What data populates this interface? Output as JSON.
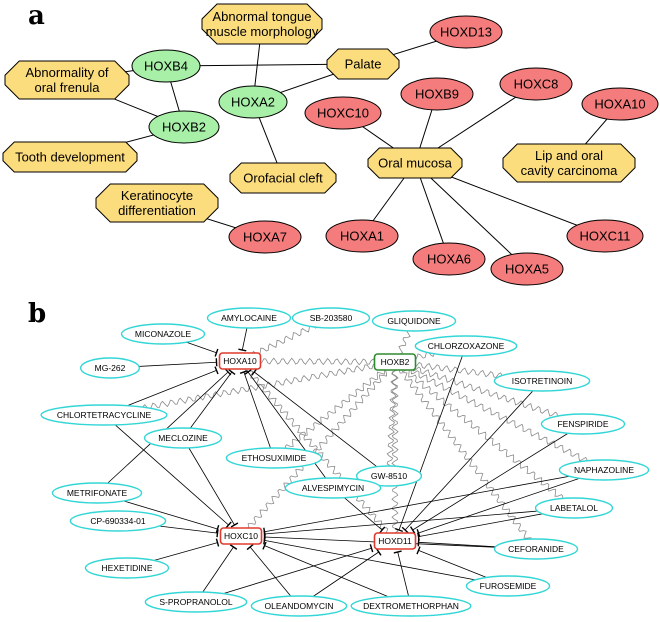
{
  "panel_a": {
    "letter": "a",
    "colors": {
      "gene": "#a8f0a8",
      "phenotype_up": "#f47c7c",
      "phenotype": "#fcdd7e"
    },
    "phenotypes": [
      {
        "id": "abn-tongue",
        "lines": [
          "Abnormal tongue",
          "muscle morphology"
        ]
      },
      {
        "id": "abn-frenula",
        "lines": [
          "Abnormality of",
          "oral frenula"
        ]
      },
      {
        "id": "palate",
        "lines": [
          "Palate"
        ]
      },
      {
        "id": "tooth-dev",
        "lines": [
          "Tooth development"
        ]
      },
      {
        "id": "orofacial-cleft",
        "lines": [
          "Orofacial cleft"
        ]
      },
      {
        "id": "oral-mucosa",
        "lines": [
          "Oral mucosa"
        ]
      },
      {
        "id": "lip-oral-carcinoma",
        "lines": [
          "Lip and oral",
          "cavity carcinoma"
        ]
      },
      {
        "id": "keratinocyte",
        "lines": [
          "Keratinocyte",
          "differentiation"
        ]
      }
    ],
    "green_genes": [
      {
        "id": "HOXB4",
        "label": "HOXB4"
      },
      {
        "id": "HOXA2",
        "label": "HOXA2"
      },
      {
        "id": "HOXB2",
        "label": "HOXB2"
      }
    ],
    "red_genes": [
      {
        "id": "HOXD13",
        "label": "HOXD13"
      },
      {
        "id": "HOXC8",
        "label": "HOXC8"
      },
      {
        "id": "HOXB9",
        "label": "HOXB9"
      },
      {
        "id": "HOXC10",
        "label": "HOXC10"
      },
      {
        "id": "HOXA10",
        "label": "HOXA10"
      },
      {
        "id": "HOXA7",
        "label": "HOXA7"
      },
      {
        "id": "HOXA1",
        "label": "HOXA1"
      },
      {
        "id": "HOXA6",
        "label": "HOXA6"
      },
      {
        "id": "HOXA5",
        "label": "HOXA5"
      },
      {
        "id": "HOXC11",
        "label": "HOXC11"
      }
    ],
    "edges": [
      [
        "HOXB4",
        "abn-frenula"
      ],
      [
        "HOXB4",
        "palate"
      ],
      [
        "HOXB4",
        "HOXB2"
      ],
      [
        "abn-frenula",
        "HOXB2"
      ],
      [
        "HOXB2",
        "tooth-dev"
      ],
      [
        "abn-tongue",
        "HOXA2"
      ],
      [
        "palate",
        "HOXA2"
      ],
      [
        "palate",
        "HOXD13"
      ],
      [
        "HOXA2",
        "orofacial-cleft"
      ],
      [
        "oral-mucosa",
        "HOXC10"
      ],
      [
        "oral-mucosa",
        "HOXB9"
      ],
      [
        "oral-mucosa",
        "HOXC8"
      ],
      [
        "oral-mucosa",
        "HOXA1"
      ],
      [
        "oral-mucosa",
        "HOXA6"
      ],
      [
        "oral-mucosa",
        "HOXA5"
      ],
      [
        "oral-mucosa",
        "HOXC11"
      ],
      [
        "lip-oral-carcinoma",
        "HOXA10"
      ],
      [
        "keratinocyte",
        "HOXA7"
      ]
    ]
  },
  "panel_b": {
    "letter": "b",
    "colors": {
      "drug_border": "#33d6d6",
      "target_red": "#e03a2e",
      "target_green": "#2e8b2e",
      "wavy": "#8a8a8a"
    },
    "targets": [
      {
        "id": "HOXA10",
        "label": "HOXA10",
        "color": "red"
      },
      {
        "id": "HOXB2",
        "label": "HOXB2",
        "color": "green"
      },
      {
        "id": "HOXC10",
        "label": "HOXC10",
        "color": "red"
      },
      {
        "id": "HOXD11",
        "label": "HOXD11",
        "color": "red"
      }
    ],
    "drugs": [
      {
        "id": "amylocaine",
        "label": "AMYLOCAINE"
      },
      {
        "id": "sb203580",
        "label": "SB-203580"
      },
      {
        "id": "gliquidone",
        "label": "GLIQUIDONE"
      },
      {
        "id": "miconazole",
        "label": "MICONAZOLE"
      },
      {
        "id": "mg262",
        "label": "MG-262"
      },
      {
        "id": "chlorzoxazone",
        "label": "CHLORZOXAZONE"
      },
      {
        "id": "isotretinoin",
        "label": "ISOTRETINOIN"
      },
      {
        "id": "chlortetracycline",
        "label": "CHLORTETRACYCLINE"
      },
      {
        "id": "fenspiride",
        "label": "FENSPIRIDE"
      },
      {
        "id": "meclozine",
        "label": "MECLOZINE"
      },
      {
        "id": "ethosuximide",
        "label": "ETHOSUXIMIDE"
      },
      {
        "id": "gw8510",
        "label": "GW-8510"
      },
      {
        "id": "naphazoline",
        "label": "NAPHAZOLINE"
      },
      {
        "id": "metrifonate",
        "label": "METRIFONATE"
      },
      {
        "id": "alvespimycin",
        "label": "ALVESPIMYCIN"
      },
      {
        "id": "labetalol",
        "label": "LABETALOL"
      },
      {
        "id": "cp690334",
        "label": "CP-690334-01"
      },
      {
        "id": "ceforanide",
        "label": "CEFORANIDE"
      },
      {
        "id": "hexetidine",
        "label": "HEXETIDINE"
      },
      {
        "id": "furosemide",
        "label": "FUROSEMIDE"
      },
      {
        "id": "spropranolol",
        "label": "S-PROPRANOLOL"
      },
      {
        "id": "oleandomycin",
        "label": "OLEANDOMYCIN"
      },
      {
        "id": "dextromethorphan",
        "label": "DEXTROMETHORPHAN"
      }
    ],
    "inhibit_edges": [
      [
        "amylocaine",
        "HOXA10"
      ],
      [
        "miconazole",
        "HOXA10"
      ],
      [
        "mg262",
        "HOXA10"
      ],
      [
        "chlortetracycline",
        "HOXA10"
      ],
      [
        "meclozine",
        "HOXA10"
      ],
      [
        "ethosuximide",
        "HOXA10"
      ],
      [
        "gw8510",
        "HOXA10"
      ],
      [
        "metrifonate",
        "HOXA10"
      ],
      [
        "alvespimycin",
        "HOXA10"
      ],
      [
        "chlortetracycline",
        "HOXC10"
      ],
      [
        "meclozine",
        "HOXC10"
      ],
      [
        "metrifonate",
        "HOXC10"
      ],
      [
        "cp690334",
        "HOXC10"
      ],
      [
        "hexetidine",
        "HOXC10"
      ],
      [
        "spropranolol",
        "HOXC10"
      ],
      [
        "oleandomycin",
        "HOXC10"
      ],
      [
        "dextromethorphan",
        "HOXC10"
      ],
      [
        "naphazoline",
        "HOXC10"
      ],
      [
        "labetalol",
        "HOXC10"
      ],
      [
        "ceforanide",
        "HOXC10"
      ],
      [
        "furosemide",
        "HOXC10"
      ],
      [
        "chlorzoxazone",
        "HOXD11"
      ],
      [
        "isotretinoin",
        "HOXD11"
      ],
      [
        "fenspiride",
        "HOXD11"
      ],
      [
        "naphazoline",
        "HOXD11"
      ],
      [
        "labetalol",
        "HOXD11"
      ],
      [
        "ceforanide",
        "HOXD11"
      ],
      [
        "furosemide",
        "HOXD11"
      ],
      [
        "dextromethorphan",
        "HOXD11"
      ],
      [
        "oleandomycin",
        "HOXD11"
      ],
      [
        "spropranolol",
        "HOXD11"
      ],
      [
        "alvespimycin",
        "HOXD11"
      ]
    ],
    "interaction_edges": [
      [
        "HOXA10",
        "sb203580"
      ],
      [
        "HOXA10",
        "HOXB2"
      ],
      [
        "HOXA10",
        "HOXD11"
      ],
      [
        "HOXB2",
        "gliquidone"
      ],
      [
        "HOXB2",
        "chlorzoxazone"
      ],
      [
        "HOXB2",
        "isotretinoin"
      ],
      [
        "HOXB2",
        "fenspiride"
      ],
      [
        "HOXB2",
        "naphazoline"
      ],
      [
        "HOXB2",
        "labetalol"
      ],
      [
        "HOXB2",
        "gw8510"
      ],
      [
        "HOXB2",
        "ethosuximide"
      ],
      [
        "HOXB2",
        "chlortetracycline"
      ],
      [
        "HOXB2",
        "HOXC10"
      ],
      [
        "HOXB2",
        "HOXD11"
      ],
      [
        "HOXB2",
        "ceforanide"
      ]
    ]
  }
}
